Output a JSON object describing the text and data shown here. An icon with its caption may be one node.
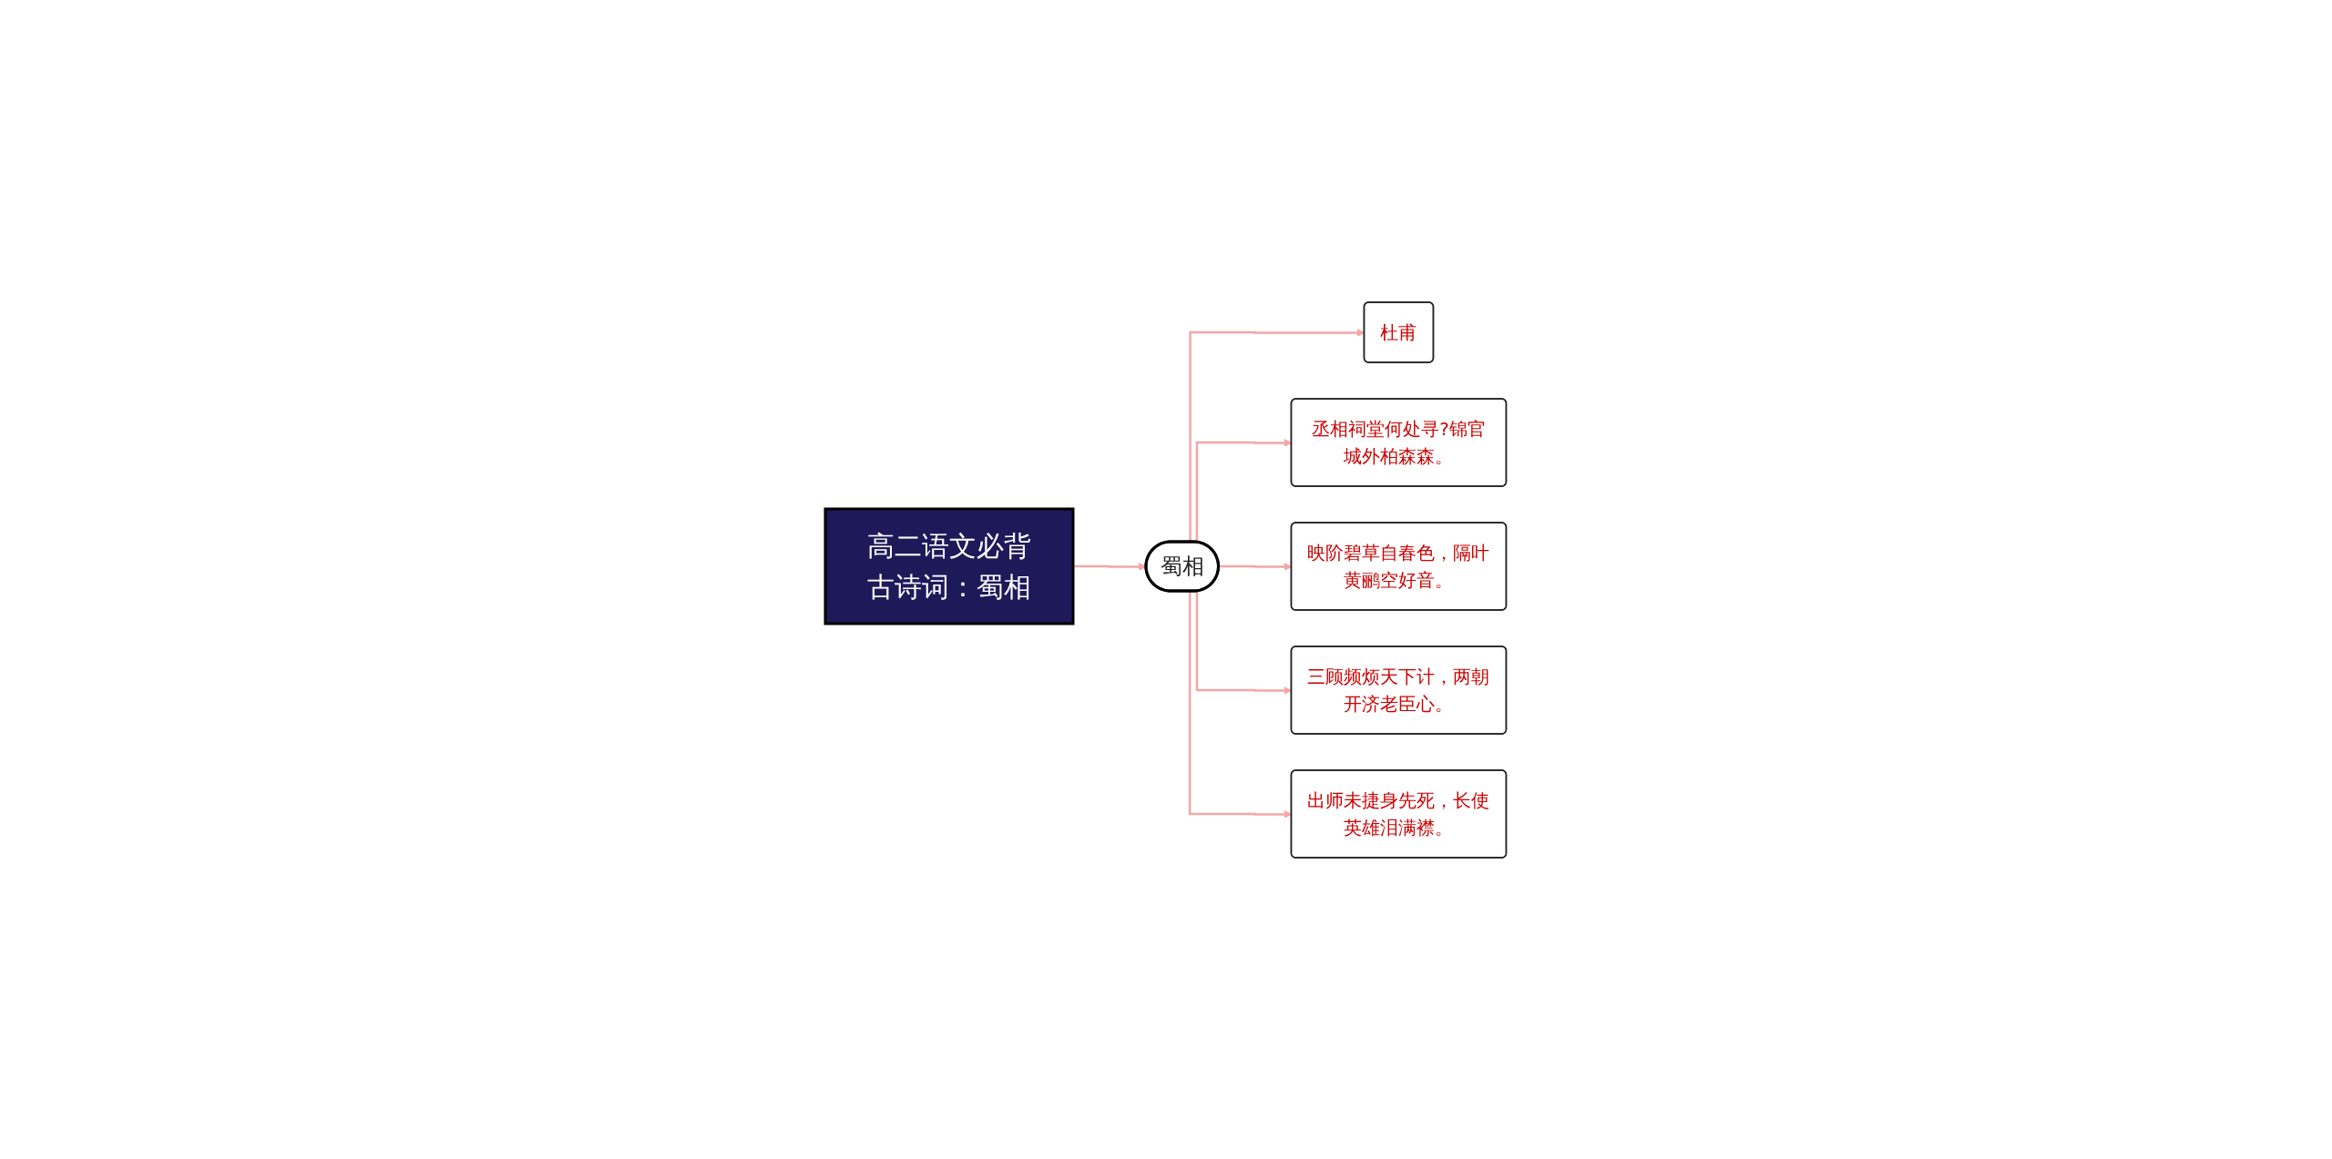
{
  "diagram": {
    "nodes": [
      {
        "text": [
          "高二语文必背古诗词：蜀相"
        ]
      },
      {
        "text": [
          "蜀相"
        ]
      },
      {
        "text": [
          "杜甫"
        ]
      },
      {
        "text": [
          "丞相祠堂何处寻?锦官城外柏森森。"
        ]
      },
      {
        "text": [
          "映阶碧草自春色，隔叶黄鹂空好音。"
        ]
      },
      {
        "text": [
          "三顾频烦天下计，两朝开济老臣心。"
        ]
      },
      {
        "text": [
          "出师未捷身先死，长使英雄泪满襟。"
        ]
      }
    ],
    "edges": [
      {
        "from": 0,
        "to": 1,
        "arrow": "to"
      },
      {
        "from": 1,
        "to": 2,
        "arrow": "to"
      },
      {
        "from": 1,
        "to": 3,
        "arrow": "to"
      },
      {
        "from": 1,
        "to": 4,
        "arrow": "to"
      },
      {
        "from": 1,
        "to": 5,
        "arrow": "to"
      },
      {
        "from": 1,
        "to": 6,
        "arrow": "to"
      }
    ]
  }
}
